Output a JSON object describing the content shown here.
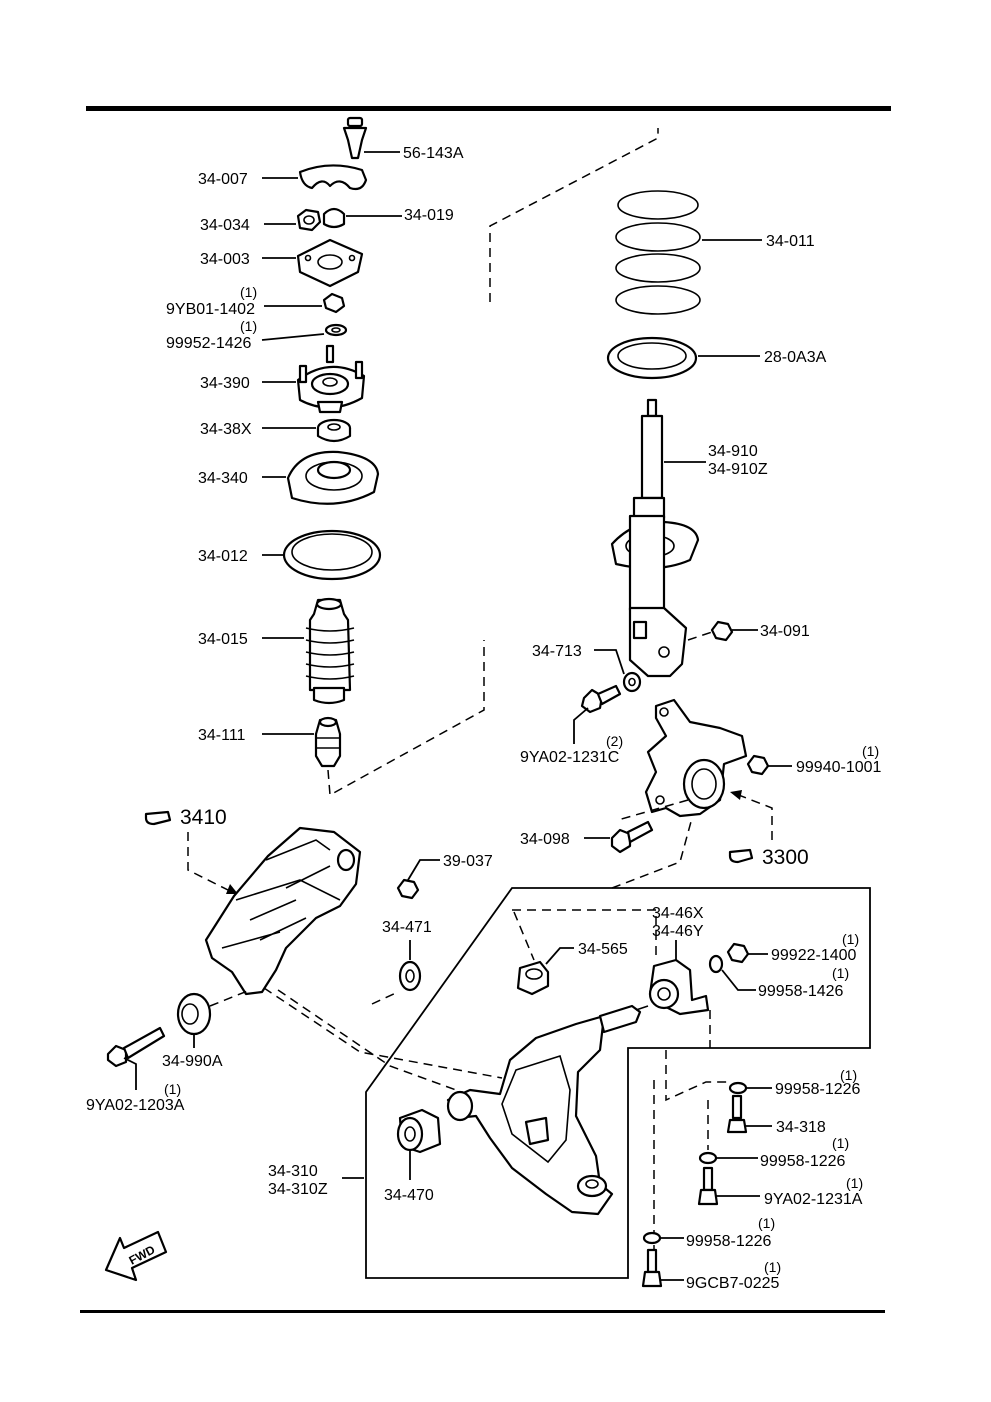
{
  "diagram": {
    "part_numbers": {
      "p56_143A": "56-143A",
      "p34_007": "34-007",
      "p34_034": "34-034",
      "p34_019": "34-019",
      "p34_003": "34-003",
      "p9YB01_1402": "9YB01-1402",
      "p99952_1426": "99952-1426",
      "p34_390": "34-390",
      "p34_38X": "34-38X",
      "p34_340": "34-340",
      "p34_012": "34-012",
      "p34_015": "34-015",
      "p34_111": "34-111",
      "p34_011": "34-011",
      "p28_0A3A": "28-0A3A",
      "p34_910": "34-910",
      "p34_910Z": "34-910Z",
      "p34_091": "34-091",
      "p34_713": "34-713",
      "p9YA02_1231C": "9YA02-1231C",
      "p99940_1001": "99940-1001",
      "p34_098": "34-098",
      "p39_037": "39-037",
      "p34_471": "34-471",
      "p34_990A": "34-990A",
      "p9YA02_1203A": "9YA02-1203A",
      "p34_46X": "34-46X",
      "p34_46Y": "34-46Y",
      "p34_565": "34-565",
      "p99922_1400": "99922-1400",
      "p99958_1426": "99958-1426",
      "p99958_1226_a": "99958-1226",
      "p34_318": "34-318",
      "p99958_1226_b": "99958-1226",
      "p9YA02_1231A": "9YA02-1231A",
      "p99958_1226_c": "99958-1226",
      "p9GCB7_0225": "9GCB7-0225",
      "p34_310": "34-310",
      "p34_310Z": "34-310Z",
      "p34_470": "34-470"
    },
    "quantities": {
      "q9YB01_1402": "(1)",
      "q99952_1426": "(1)",
      "q9YA02_1231C": "(2)",
      "q99940_1001": "(1)",
      "q9YA02_1203A": "(1)",
      "q99922_1400": "(1)",
      "q99958_1426": "(1)",
      "q99958_1226_a": "(1)",
      "q99958_1226_b": "(1)",
      "q9YA02_1231A": "(1)",
      "q99958_1226_c": "(1)",
      "q9GCB7_0225": "(1)"
    },
    "references": {
      "r3410": "3410",
      "r3300": "3300"
    },
    "fwd_label": "FWD"
  }
}
